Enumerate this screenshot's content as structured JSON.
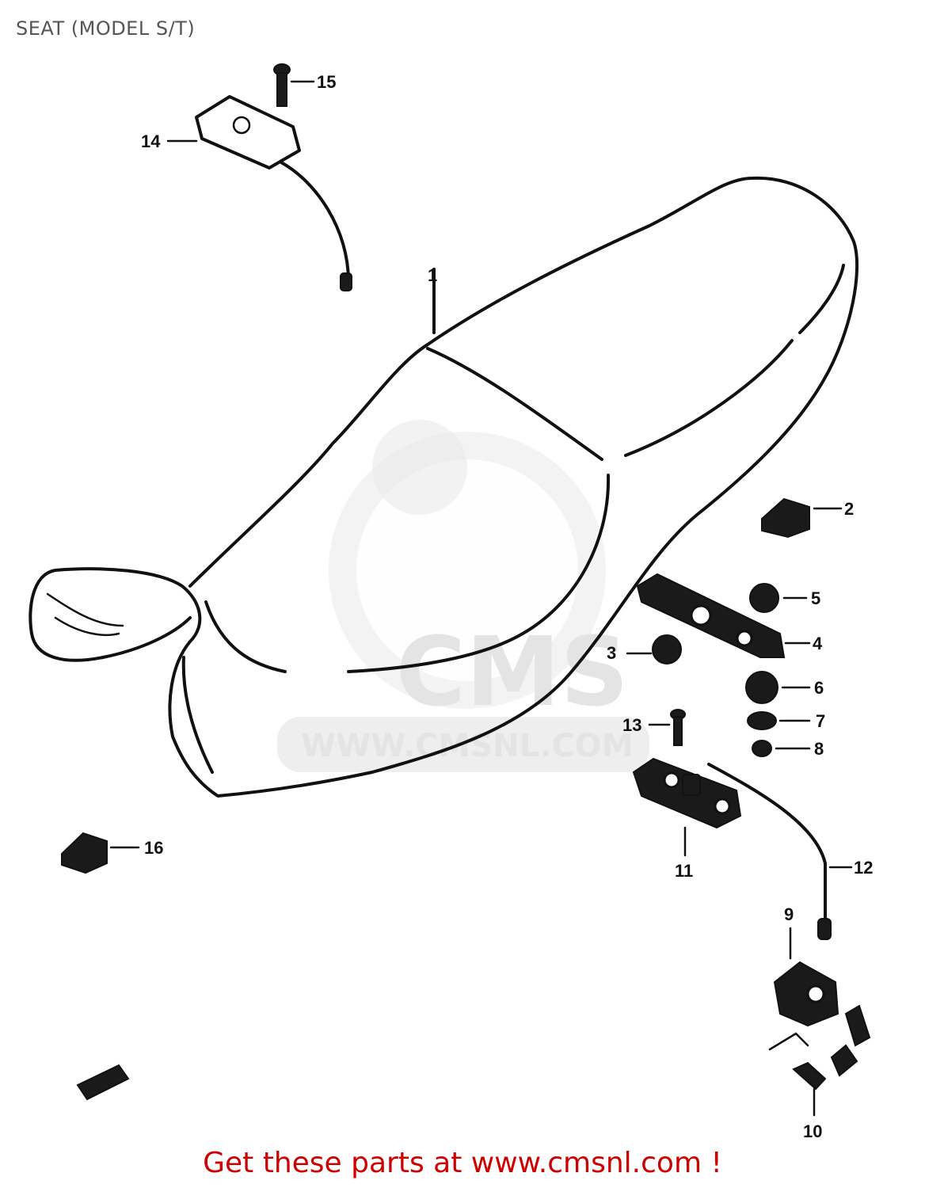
{
  "page": {
    "title": "SEAT (MODEL S/T)",
    "footer": "Get these parts at www.cmsnl.com !"
  },
  "watermark": {
    "brand": "CMS",
    "url": "WWW.CMSNL.COM",
    "color": "#e4e4e4"
  },
  "callouts": [
    {
      "id": "1",
      "label": "1"
    },
    {
      "id": "2",
      "label": "2"
    },
    {
      "id": "3",
      "label": "3"
    },
    {
      "id": "4",
      "label": "4"
    },
    {
      "id": "5",
      "label": "5"
    },
    {
      "id": "6",
      "label": "6"
    },
    {
      "id": "7",
      "label": "7"
    },
    {
      "id": "8",
      "label": "8"
    },
    {
      "id": "9",
      "label": "9"
    },
    {
      "id": "10",
      "label": "10"
    },
    {
      "id": "11",
      "label": "11"
    },
    {
      "id": "12",
      "label": "12"
    },
    {
      "id": "13",
      "label": "13"
    },
    {
      "id": "14",
      "label": "14"
    },
    {
      "id": "15",
      "label": "15"
    },
    {
      "id": "16",
      "label": "16"
    }
  ],
  "colors": {
    "footer": "#cc0000",
    "title": "#555555",
    "ink": "#111111"
  }
}
